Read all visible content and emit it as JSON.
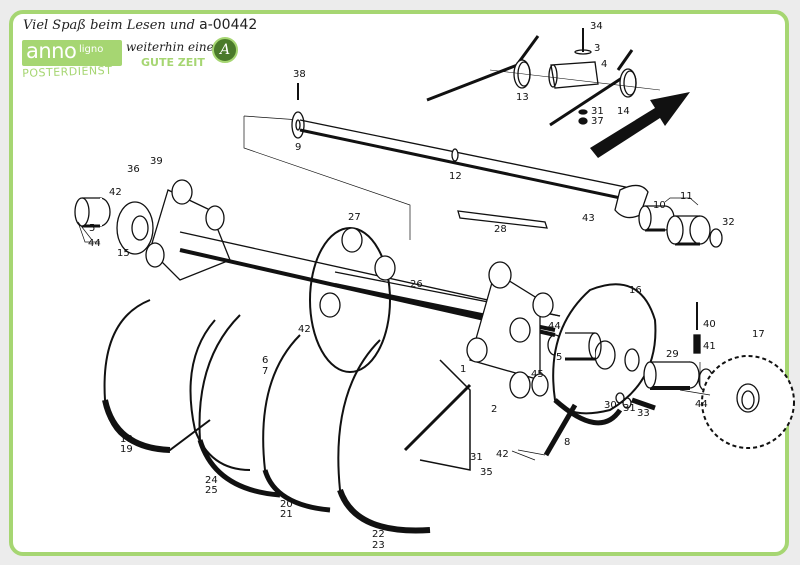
{
  "header": {
    "line1_prefix": "Viel Spaß beim Lesen und",
    "code": "a-00442",
    "line2": "weiterhin eine",
    "gute_zeit": "GUTE ZEIT",
    "badge_letter": "A"
  },
  "logo": {
    "brand": "anno",
    "brand_suffix": "ligno",
    "sub": "POSTERDIENST"
  },
  "colors": {
    "frame": "#a6d672",
    "ink": "#111111",
    "badge": "#4a7a2a"
  },
  "callouts": {
    "p1": "1",
    "p2": "2",
    "p3": "3",
    "p4": "4",
    "p5a": "5",
    "p5b": "5",
    "p6": "6",
    "p7": "7",
    "p8": "8",
    "p9": "9",
    "p10": "10",
    "p11": "11",
    "p12": "12",
    "p13": "13",
    "p14": "14",
    "p15": "15",
    "p16": "16",
    "p17": "17",
    "p18": "18",
    "p19": "19",
    "p20": "20",
    "p21": "21",
    "p22": "22",
    "p23": "23",
    "p24": "24",
    "p25": "25",
    "p26": "26",
    "p27": "27",
    "p28": "28",
    "p29": "29",
    "p30": "30",
    "p31a": "31",
    "p31b": "31",
    "p31c": "31",
    "p32": "32",
    "p33": "33",
    "p34": "34",
    "p35": "35",
    "p36": "36",
    "p37": "37",
    "p38": "38",
    "p39": "39",
    "p40": "40",
    "p41": "41",
    "p42a": "42",
    "p42b": "42",
    "p42c": "42",
    "p43": "43",
    "p44a": "44",
    "p44b": "44",
    "p44c": "44",
    "p45": "45"
  }
}
